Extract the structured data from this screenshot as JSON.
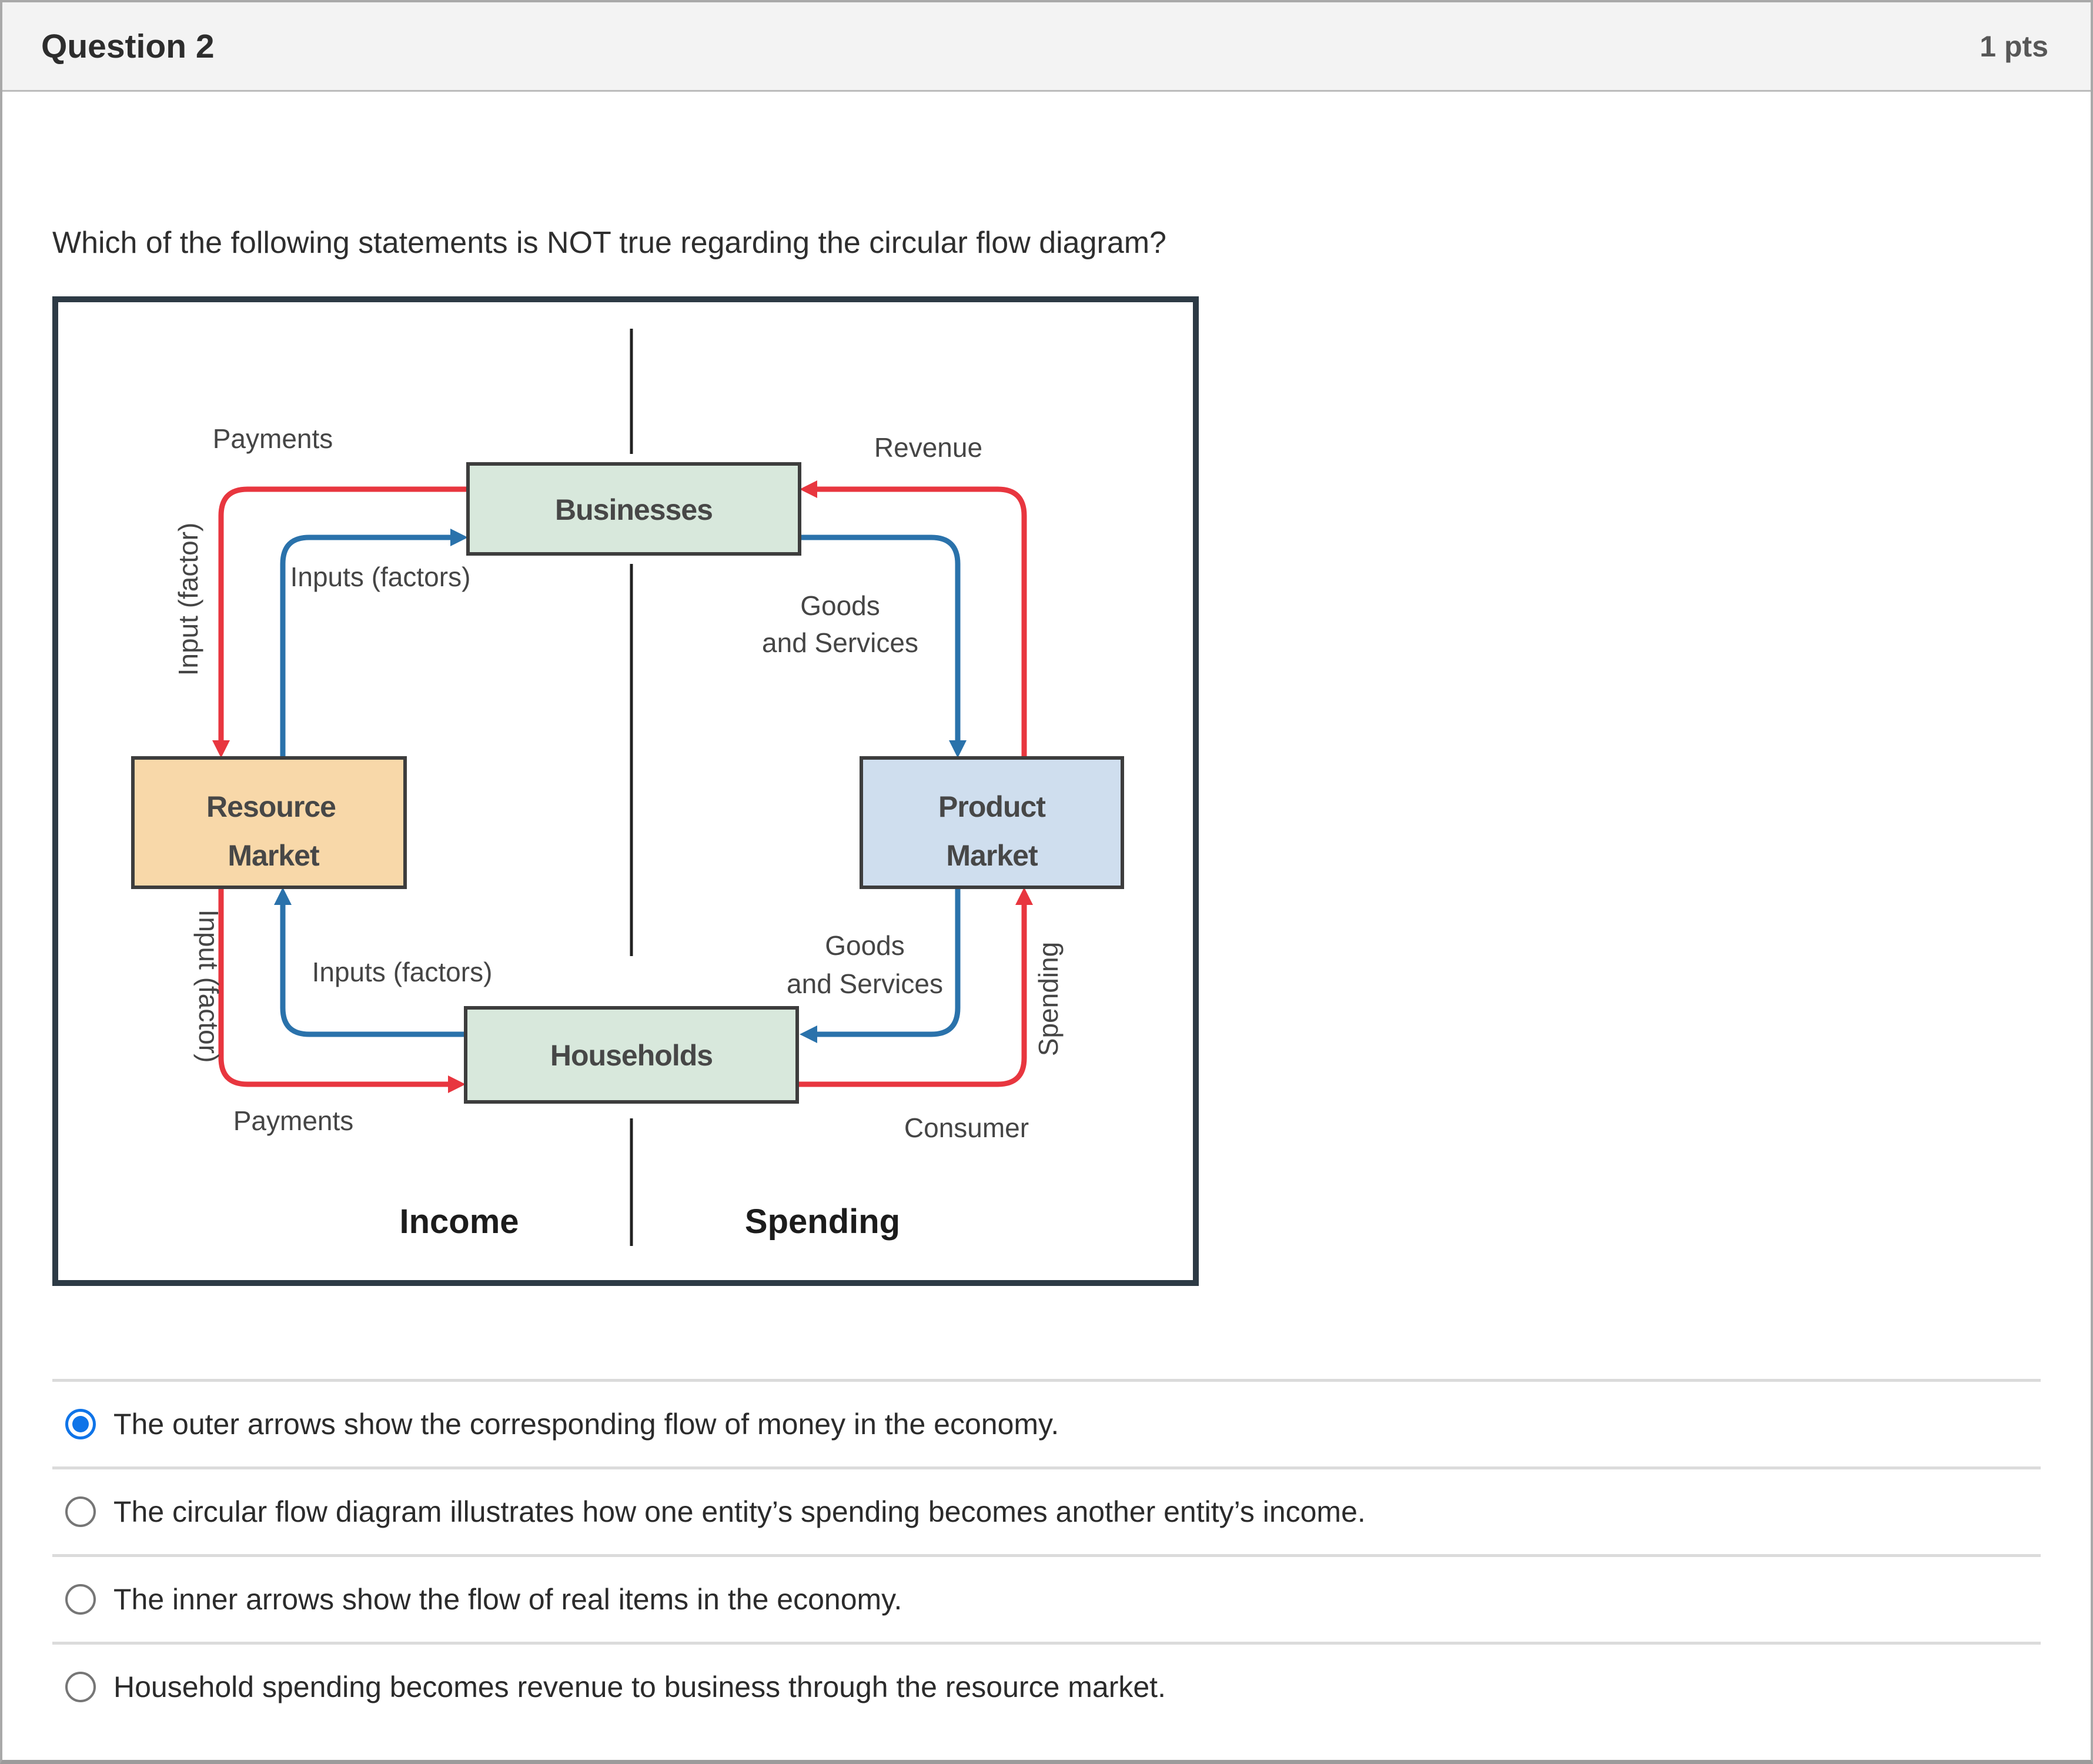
{
  "header": {
    "title": "Question 2",
    "points": "1 pts"
  },
  "question": {
    "text": "Which of the following statements is NOT true regarding the circular flow diagram?"
  },
  "diagram": {
    "boxes": {
      "businesses": "Businesses",
      "resource_line1": "Resource",
      "resource_line2": "Market",
      "product_line1": "Product",
      "product_line2": "Market",
      "households": "Households"
    },
    "labels": {
      "payments_top": "Payments",
      "revenue": "Revenue",
      "inputs_factors_top": "Inputs (factors)",
      "goods_top_line1": "Goods",
      "goods_top_line2": "and Services",
      "input_factor_left_top": "Input (factor)",
      "input_factor_left_bottom": "Input (factor)",
      "inputs_factors_bottom": "Inputs (factors)",
      "goods_bottom_line1": "Goods",
      "goods_bottom_line2": "and Services",
      "spending_right_rotated": "Spending",
      "consumer": "Consumer",
      "payments_bottom": "Payments",
      "income_bold": "Income",
      "spending_bold": "Spending"
    },
    "colors": {
      "money_flow_red": "#e8363f",
      "real_flow_blue": "#2a72ab",
      "green_box_fill": "#d8e8dc",
      "orange_box_fill": "#f8d8a9",
      "blue_box_fill": "#cfdeee",
      "frame_border": "#2d3a45"
    }
  },
  "options": [
    {
      "label": "The outer arrows show the corresponding flow of money in the economy.",
      "selected": true
    },
    {
      "label": "The circular flow diagram illustrates how one entity’s spending becomes another entity’s income.",
      "selected": false
    },
    {
      "label": "The inner arrows show the flow of real items in the economy.",
      "selected": false
    },
    {
      "label": "Household spending becomes revenue to business through the resource market.",
      "selected": false
    }
  ],
  "accent": {
    "radio_selected": "#0f74e8"
  }
}
